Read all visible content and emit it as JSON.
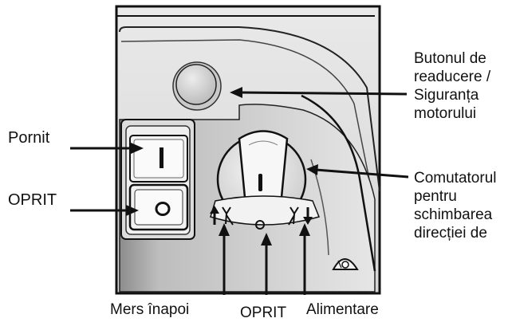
{
  "labels": {
    "reset_button": [
      "Butonul de",
      "readucere /",
      "Siguranța",
      "motorului"
    ],
    "on": "Pornit",
    "off_left": "OPRIT",
    "direction_switch": [
      "Comutatorul",
      "pentru",
      "schimbarea",
      "direcției de"
    ],
    "reverse": "Mers înapoi",
    "off_bottom": "OPRIT",
    "feed": "Alimentare"
  },
  "panel_symbols": {
    "on_mark": "I",
    "off_mark": "O"
  },
  "colors": {
    "ink": "#111111",
    "panel_light": "#e4e4e4",
    "panel_mid": "#c8c8c8",
    "panel_dark": "#9a9a9a"
  }
}
